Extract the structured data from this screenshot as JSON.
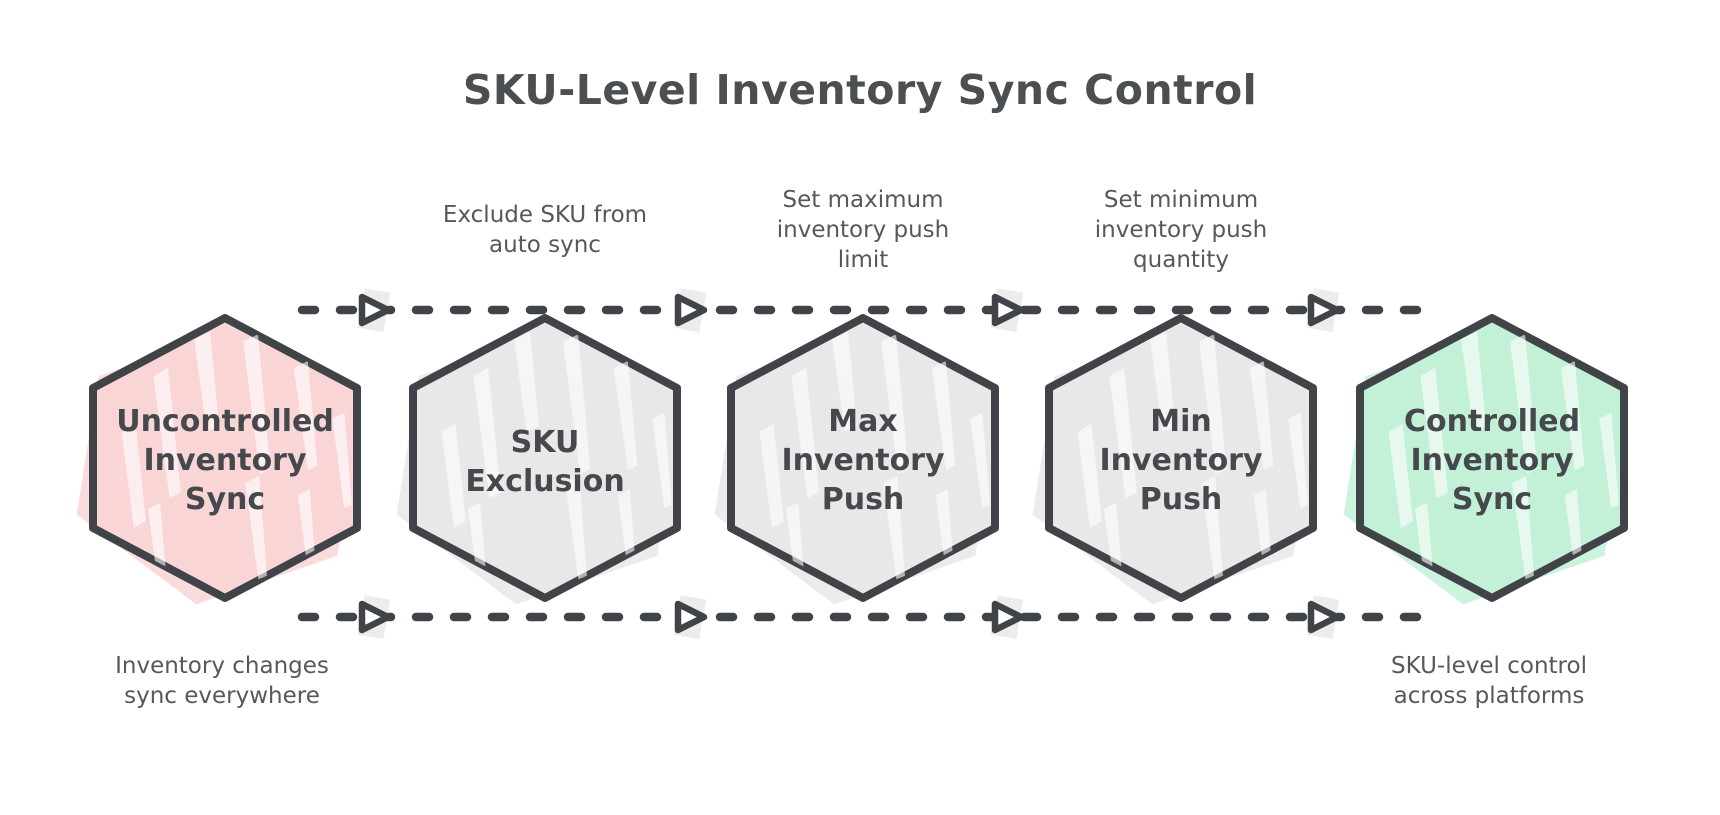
{
  "title": "SKU-Level Inventory Sync Control",
  "nodes": [
    {
      "label": "Uncontrolled Inventory Sync",
      "lines": [
        "Uncontrolled",
        "Inventory",
        "Sync"
      ],
      "fill": "#f9d5d6"
    },
    {
      "label": "SKU Exclusion",
      "lines": [
        "SKU",
        "Exclusion"
      ],
      "fill": "#e8e8e8"
    },
    {
      "label": "Max Inventory Push",
      "lines": [
        "Max",
        "Inventory",
        "Push"
      ],
      "fill": "#e8e8e8"
    },
    {
      "label": "Min Inventory Push",
      "lines": [
        "Min",
        "Inventory",
        "Push"
      ],
      "fill": "#e8e8e8"
    },
    {
      "label": "Controlled Inventory Sync",
      "lines": [
        "Controlled",
        "Inventory",
        "Sync"
      ],
      "fill": "#c3f1d8"
    }
  ],
  "step_labels": [
    {
      "lines": [
        "Exclude SKU from",
        "auto sync"
      ]
    },
    {
      "lines": [
        "Set maximum",
        "inventory push",
        "limit"
      ]
    },
    {
      "lines": [
        "Set minimum",
        "inventory push",
        "quantity"
      ]
    }
  ],
  "captions": [
    {
      "lines": [
        "Inventory changes",
        "sync everywhere"
      ]
    },
    {
      "lines": [
        "SKU-level control",
        "across platforms"
      ]
    }
  ],
  "colors": {
    "outline": "#404347",
    "title_text": "#4c4f52",
    "node_text": "#45484c",
    "muted_text": "#56585b",
    "node_pink": "#f9d5d6",
    "node_gray": "#e8e8e8",
    "node_green": "#c3f1d8",
    "arrow_shadow": "#ececec",
    "background": "#ffffff"
  }
}
